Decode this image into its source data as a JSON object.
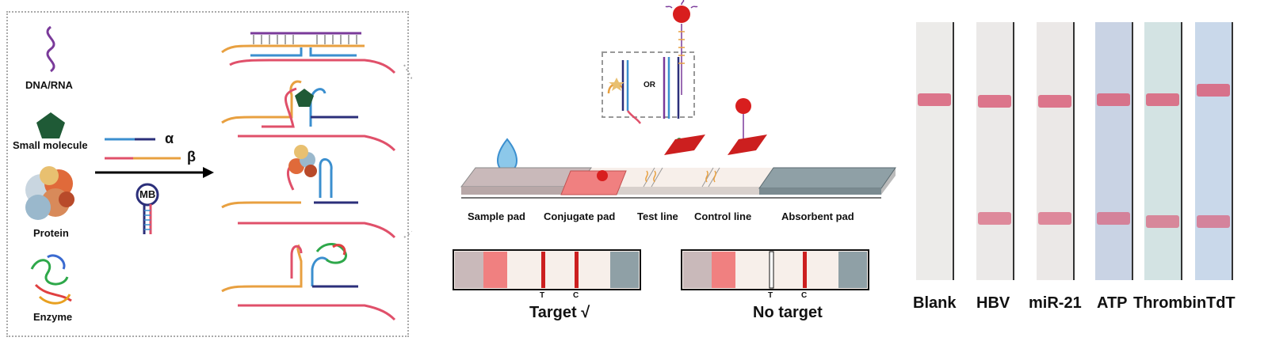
{
  "targets": {
    "dna_rna": "DNA/RNA",
    "small_molecule": "Small molecule",
    "protein": "Protein",
    "enzyme": "Enzyme"
  },
  "probes": {
    "alpha": "α",
    "beta": "β",
    "mb": "MB"
  },
  "inset": {
    "or_label": "OR"
  },
  "strip_parts": {
    "sample_pad": "Sample pad",
    "conjugate_pad": "Conjugate pad",
    "test_line": "Test line",
    "control_line": "Control line",
    "absorbent_pad": "Absorbent pad"
  },
  "results": {
    "positive": {
      "t": "T",
      "c": "C",
      "label": "Target √"
    },
    "negative": {
      "t": "T",
      "c": "C",
      "label": "No target"
    }
  },
  "photo_strips": [
    {
      "label": "Blank",
      "test_band": false
    },
    {
      "label": "HBV",
      "test_band": true
    },
    {
      "label": "miR-21",
      "test_band": true
    },
    {
      "label": "ATP",
      "test_band": true
    },
    {
      "label": "Thrombin",
      "test_band": true
    },
    {
      "label": "TdT",
      "test_band": true
    }
  ],
  "colors": {
    "red_line": "#cc1f1f",
    "band_pink": "#d9607a",
    "sample_pad": "#c9b9ba",
    "conjugate_pad": "#f08080",
    "absorbent_pad": "#8fa0a6",
    "strip_body": "#f7efea",
    "purple_strand": "#7a3a9a",
    "blue_strand": "#3b8fcf",
    "navy_strand": "#2b2f7a",
    "orange_strand": "#e8a040",
    "pink_strand": "#e0506a",
    "green_pentagon": "#1f5a36"
  }
}
